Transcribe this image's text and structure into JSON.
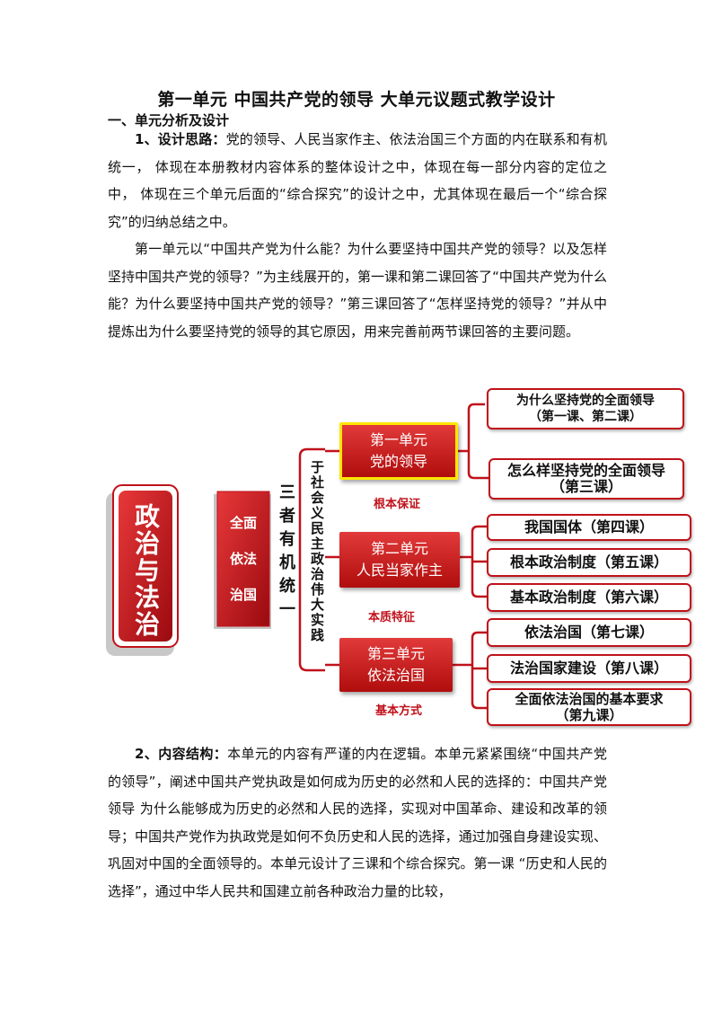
{
  "doc": {
    "title": "第一单元  中国共产党的领导  大单元议题式教学设计",
    "section1_heading": "一、单元分析及设计",
    "p1_label": "1、设计思路：",
    "p1_text": "党的领导、人民当家作主、依法治国三个方面的内在联系和有机统一，  体现在本册教材内容体系的整体设计之中，体现在每一部分内容的定位之中，  体现在三个单元后面的“综合探究”的设计之中，尤其体现在最后一个“综合探究”的归纳总结之中。",
    "p2_text": "第一单元以“中国共产党为什么能？为什么要坚持中国共产党的领导？以及怎样坚持中国共产党的领导？”为主线展开的，第一课和第二课回答了“中国共产党为什么能？为什么要坚持中国共产党的领导？”第三课回答了“怎样坚持党的领导？”并从中提炼出为什么要坚持党的领导的其它原因，用来完善前两节课回答的主要问题。",
    "p3_label": "2、内容结构：",
    "p3_text": "本单元的内容有严谨的内在逻辑。本单元紧紧围绕“中国共产党的领导”，阐述中国共产党执政是如何成为历史的必然和人民的选择的：中国共产党领导  为什么能够成为历史的必然和人民的选择，实现对中国革命、建设和改革的领导；中国共产党作为执政党是如何不负历史和人民的选择，通过加强自身建设实现、巩固对中国的全面领导的。本单元设计了三课和个综合探究。第一课  “历史和人民的选择”，通过中华人民共和国建立前各种政治力量的比较，"
  },
  "diagram": {
    "main": "政治与法治",
    "mid": [
      "全面",
      "依法",
      "治国"
    ],
    "three": "三者有机统一",
    "practice": "于社会义民主政治伟大实践",
    "units": [
      {
        "l1": "第一单元",
        "l2": "党的领导",
        "sub": "根本保证"
      },
      {
        "l1": "第二单元",
        "l2": "人民当家作主",
        "sub": "本质特征"
      },
      {
        "l1": "第三单元",
        "l2": "依法治国",
        "sub": "基本方式"
      }
    ],
    "lessons": [
      {
        "l1": "为什么坚持党的全面领导",
        "l2": "（第一课、第二课）"
      },
      {
        "l1": "怎么样坚持党的全面领导",
        "l2": "（第三课）"
      },
      {
        "l1": "我国国体（第四课）",
        "l2": ""
      },
      {
        "l1": "根本政治制度（第五课）",
        "l2": ""
      },
      {
        "l1": "基本政治制度（第六课）",
        "l2": ""
      },
      {
        "l1": "依法治国（第七课）",
        "l2": ""
      },
      {
        "l1": "法治国家建设（第八课）",
        "l2": ""
      },
      {
        "l1": "全面依法治国的基本要求",
        "l2": "（第九课）"
      }
    ],
    "colors": {
      "red": "#c0121b",
      "yellow": "#ffe600",
      "shadow": "#8c8c8c"
    }
  }
}
